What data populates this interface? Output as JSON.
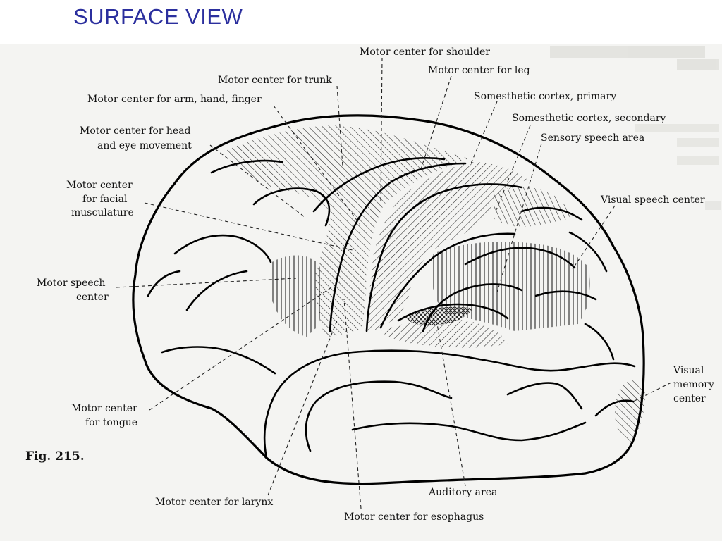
{
  "slide": {
    "title": "SURFACE VIEW"
  },
  "figure": {
    "caption": "Fig. 215.",
    "labels": {
      "shoulder": "Motor center for shoulder",
      "leg": "Motor center for leg",
      "trunk": "Motor center for trunk",
      "arm": "Motor center for arm, hand, finger",
      "somesthetic_primary": "Somesthetic cortex, primary",
      "somesthetic_secondary": "Somesthetic cortex, secondary",
      "head_line1": "Motor center for head",
      "head_line2": "and eye movement",
      "sensory_speech": "Sensory speech area",
      "facial_line1": "Motor center",
      "facial_line2": "for facial",
      "facial_line3": "musculature",
      "visual_speech": "Visual speech center",
      "motor_speech_line1": "Motor speech",
      "motor_speech_line2": "center",
      "visual_memory_line1": "Visual",
      "visual_memory_line2": "memory",
      "visual_memory_line3": "center",
      "tongue_line1": "Motor center",
      "tongue_line2": "for tongue",
      "auditory": "Auditory area",
      "larynx": "Motor center for larynx",
      "esophagus": "Motor center for esophagus"
    }
  }
}
